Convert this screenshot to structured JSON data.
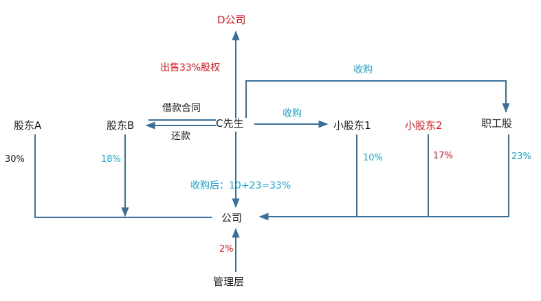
{
  "nodes": {
    "d_company": "D公司",
    "shareholder_a": "股东A",
    "shareholder_b": "股东B",
    "mr_c": "C先生",
    "small_shareholder_1": "小股东1",
    "small_shareholder_2": "小股东2",
    "employee_shares": "职工股",
    "company": "公司",
    "management": "管理层"
  },
  "labels": {
    "sell_33": "出售33%股权",
    "acquire_top": "收购",
    "loan_contract": "借款合同",
    "repay": "还款",
    "acquire_mid": "收购",
    "after_acquisition": "收购后：10+23=33%"
  },
  "percentages": {
    "a": "30%",
    "b": "18%",
    "small1": "10%",
    "small2": "17%",
    "employee": "23%",
    "management": "2%"
  },
  "colors": {
    "red": "#e8131a",
    "blue": "#1aa5d6",
    "line": "#3a6f9c",
    "text": "#1a1a1a"
  }
}
